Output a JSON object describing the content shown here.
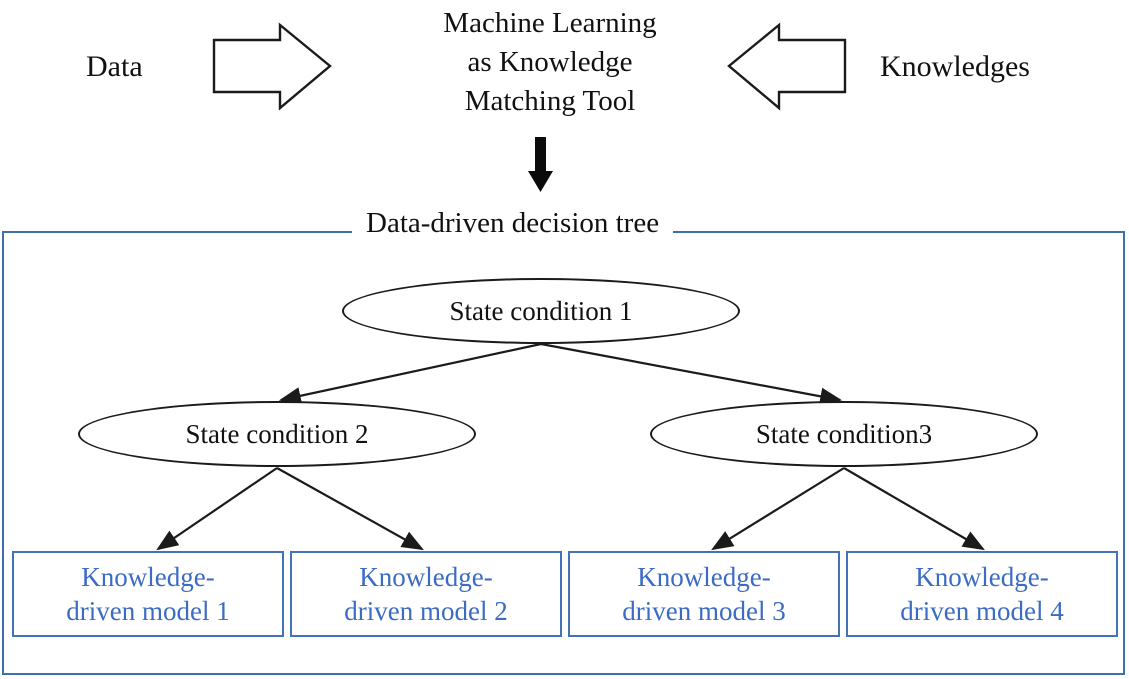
{
  "diagram": {
    "title_center": {
      "line1": "Machine Learning",
      "line2": "as Knowledge",
      "line3": "Matching Tool"
    },
    "input_left_label": "Data",
    "input_right_label": "Knowledges",
    "panel_legend": "Data-driven decision tree",
    "nodes": [
      {
        "id": "root",
        "label": "State condition 1"
      },
      {
        "id": "left",
        "label": "State condition 2"
      },
      {
        "id": "right",
        "label": "State condition3"
      }
    ],
    "leaves": [
      {
        "line1": "Knowledge-",
        "line2": "driven model 1"
      },
      {
        "line1": "Knowledge-",
        "line2": "driven model 2"
      },
      {
        "line1": "Knowledge-",
        "line2": "driven model 3"
      },
      {
        "line1": "Knowledge-",
        "line2": "driven model 4"
      }
    ],
    "colors": {
      "panel_border": "#3F6FB0",
      "leaf_border": "#4472B8",
      "leaf_text": "#3C6BC4",
      "node_outline": "#1b1b1b",
      "connector": "#1b1b1b",
      "text": "#111111"
    },
    "icons": {
      "arrow_right": "right-block-arrow",
      "arrow_left": "left-block-arrow",
      "arrow_down": "down-solid-arrow"
    }
  }
}
